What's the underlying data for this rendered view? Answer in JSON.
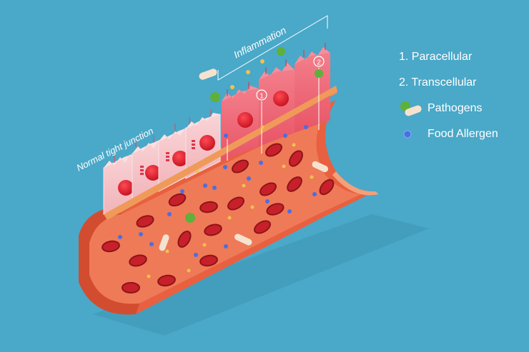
{
  "diagram": {
    "labels": {
      "inflammation": "Inflammation",
      "normal_junction": "Normal tight junction",
      "marker_1": "1",
      "marker_2": "2"
    },
    "legend": [
      {
        "id": "paracellular",
        "text": "1. Paracellular"
      },
      {
        "id": "transcellular",
        "text": "2. Transcellular"
      },
      {
        "id": "pathogens",
        "text": "Pathogens"
      },
      {
        "id": "food-allergen",
        "text": "Food Allergen"
      }
    ],
    "colors": {
      "background": "#4aa8c8",
      "vessel_wall": "#e8603f",
      "vessel_inner": "#ee7a58",
      "rbc": "#c8202a",
      "rbc_dark": "#8e1419",
      "cell_normal": "#f6c4c8",
      "cell_inflamed": "#ef6f7e",
      "nucleus": "#e01b2a",
      "membrane": "#f4a15a",
      "pathogen_green": "#5fb03a",
      "pill": "#f5e2cf",
      "allergen_blue": "#4a6fe0",
      "dot_yellow": "#f2c14e"
    }
  }
}
